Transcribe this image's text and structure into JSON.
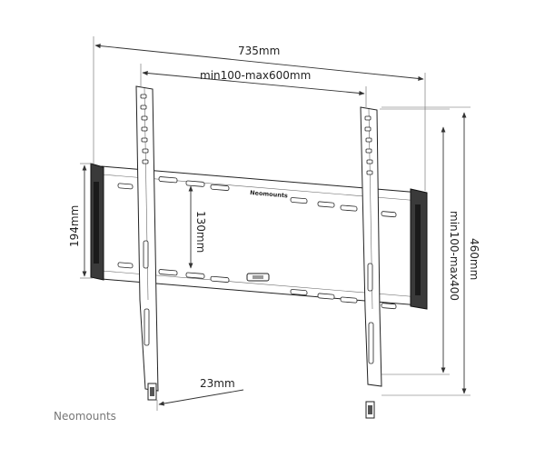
{
  "dimensions": {
    "overall_width": "735mm",
    "vesa_width": "min100-max600mm",
    "plate_height": "194mm",
    "slot_spacing": "130mm",
    "vesa_height": "min100-max400",
    "overall_height": "460mm",
    "wall_distance": "23mm"
  },
  "embossed_label": "Neomounts",
  "brand": "Neomounts"
}
